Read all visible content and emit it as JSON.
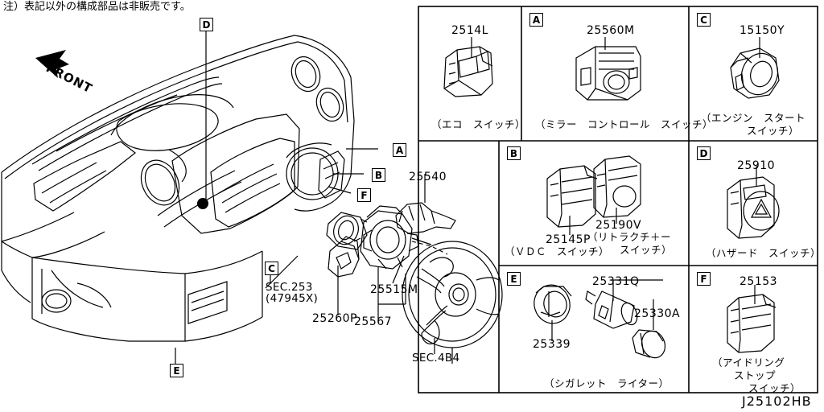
{
  "note": "注）表記以外の構成部品は非販売です。",
  "front_label": "FRONT",
  "diagram_code": "J25102HB",
  "dashboard": {
    "callouts": [
      {
        "id": "callout-d",
        "label": "D"
      },
      {
        "id": "callout-a",
        "label": "A"
      },
      {
        "id": "callout-b",
        "label": "B"
      },
      {
        "id": "callout-f",
        "label": "F"
      },
      {
        "id": "callout-c",
        "label": "C"
      },
      {
        "id": "callout-e",
        "label": "E"
      }
    ],
    "part_labels": [
      {
        "name": "label-25540",
        "text": "25540"
      },
      {
        "name": "label-sec253",
        "text": "SEC.253"
      },
      {
        "name": "label-sec253-sub",
        "text": "(47945X)"
      },
      {
        "name": "label-25260p",
        "text": "25260P"
      },
      {
        "name": "label-25515m",
        "text": "25515M"
      },
      {
        "name": "label-25567",
        "text": "25567"
      },
      {
        "name": "label-sec484",
        "text": "SEC.4B4"
      }
    ]
  },
  "panel": {
    "cells": [
      {
        "name": "cell-eco-switch",
        "letter": "",
        "parts": [
          {
            "number": "2514L"
          }
        ],
        "caption": "（エコ　スイッチ）"
      },
      {
        "name": "cell-mirror-control-switch",
        "letter": "A",
        "parts": [
          {
            "number": "25560M"
          }
        ],
        "caption": "（ミラー　コントロール　スイッチ）"
      },
      {
        "name": "cell-engine-start-switch",
        "letter": "C",
        "parts": [
          {
            "number": "15150Y"
          }
        ],
        "caption": "（エンジン　スタート",
        "caption2": "スイッチ）"
      },
      {
        "name": "cell-vdc-switch",
        "letter": "B",
        "parts": [
          {
            "number": "25145P"
          },
          {
            "number": "25190V"
          }
        ],
        "caption": "（ＶＤＣ　スイッチ）",
        "caption2": "（リトラクチ＋ー",
        "caption3": "スイッチ）"
      },
      {
        "name": "cell-hazard-switch",
        "letter": "D",
        "parts": [
          {
            "number": "25910"
          }
        ],
        "caption": "（ハザード　スイッチ）"
      },
      {
        "name": "cell-cigarette-lighter",
        "letter": "E",
        "parts": [
          {
            "number": "25331Q"
          },
          {
            "number": "25330A"
          },
          {
            "number": "25339"
          }
        ],
        "caption": "（シガレット　ライター）"
      },
      {
        "name": "cell-idling-stop-switch",
        "letter": "F",
        "parts": [
          {
            "number": "25153"
          }
        ],
        "caption": "（アイドリング",
        "caption2": "ストップ",
        "caption3": "スイッチ）"
      }
    ]
  }
}
